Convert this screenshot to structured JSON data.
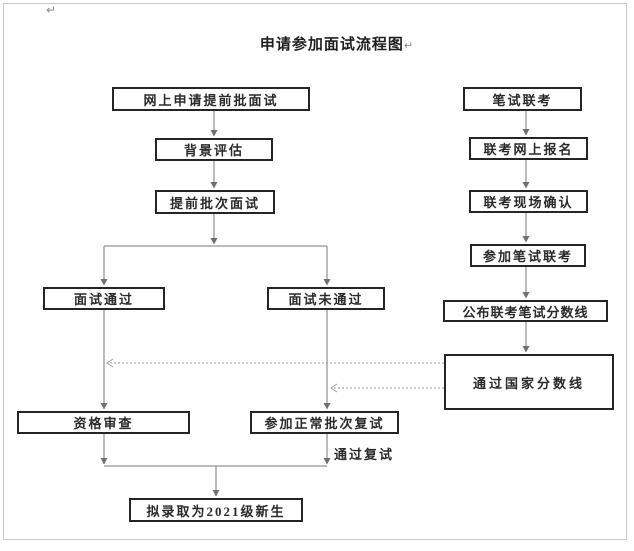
{
  "page": {
    "title": "申请参加面试流程图",
    "paragraph_mark": "↵",
    "kind": "flowchart"
  },
  "nodes": {
    "online_apply": {
      "label": "网上申请提前批面试"
    },
    "background_eval": {
      "label": "背景评估"
    },
    "early_interview": {
      "label": "提前批次面试"
    },
    "interview_passed": {
      "label": "面试通过"
    },
    "interview_failed": {
      "label": "面试未通过"
    },
    "qualification": {
      "label": "资格审查"
    },
    "normal_retest": {
      "label": "参加正常批次复试"
    },
    "admission": {
      "label": "拟录取为2021级新生"
    },
    "written_exam": {
      "label": "笔试联考"
    },
    "exam_register": {
      "label": "联考网上报名"
    },
    "exam_confirm": {
      "label": "联考现场确认"
    },
    "take_exam": {
      "label": "参加笔试联考"
    },
    "score_line": {
      "label": "公布联考笔试分数线"
    },
    "national_line": {
      "label": "通过国家分数线"
    }
  },
  "edge_labels": {
    "pass_retest": "通过复试"
  },
  "colors": {
    "box_border": "#252525",
    "solid_line": "#7a7a7a",
    "dotted_line": "#9b9b9b",
    "frame_border": "#c7c7c7",
    "text": "#2a2a2a",
    "paragraph_mark": "#8c8c8c"
  }
}
